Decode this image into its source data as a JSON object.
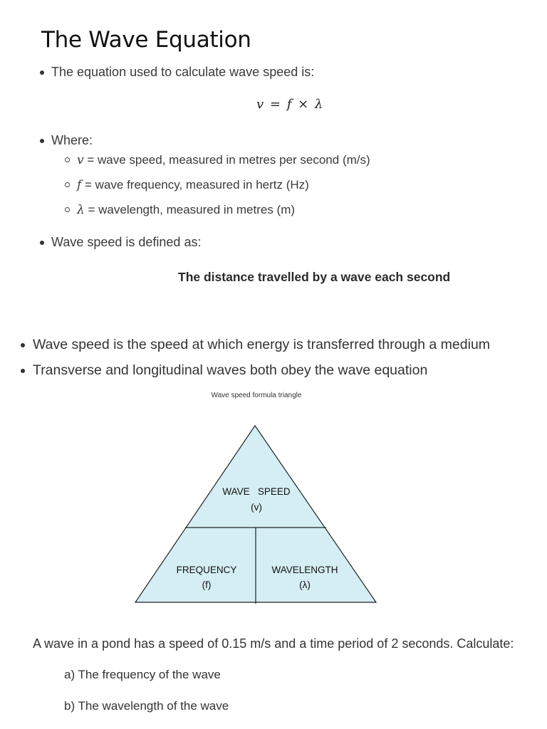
{
  "title": "The Wave Equation",
  "intro": {
    "equation_intro": "The equation used to calculate wave speed is:",
    "equation": "v = f × λ",
    "where_label": "Where:",
    "definitions": [
      {
        "symbol": "v",
        "text": " = wave speed, measured in metres per second (m/s)"
      },
      {
        "symbol": "f",
        "text": " = wave frequency, measured in hertz (Hz)"
      },
      {
        "symbol": "λ",
        "text": " = wavelength, measured in metres (m)"
      }
    ],
    "defined_as": "Wave speed is defined as:",
    "definition": "The distance travelled by a wave each second"
  },
  "key_points": [
    "Wave speed is the speed at which energy is transferred through a medium",
    "Transverse and longitudinal waves both obey the wave equation"
  ],
  "triangle": {
    "caption": "Wave speed formula triangle",
    "fill_color": "#d4eef3",
    "top_label": "WAVE   SPEED",
    "top_symbol": "(v)",
    "left_label": "FREQUENCY",
    "left_symbol": "(f)",
    "right_label": "WAVELENGTH",
    "right_symbol": "(λ)"
  },
  "question": {
    "stem": "A wave in a pond has a speed of 0.15 m/s and a time period of 2 seconds. Calculate:",
    "parts": [
      "a) The frequency of the wave",
      "b) The wavelength of the wave"
    ]
  }
}
